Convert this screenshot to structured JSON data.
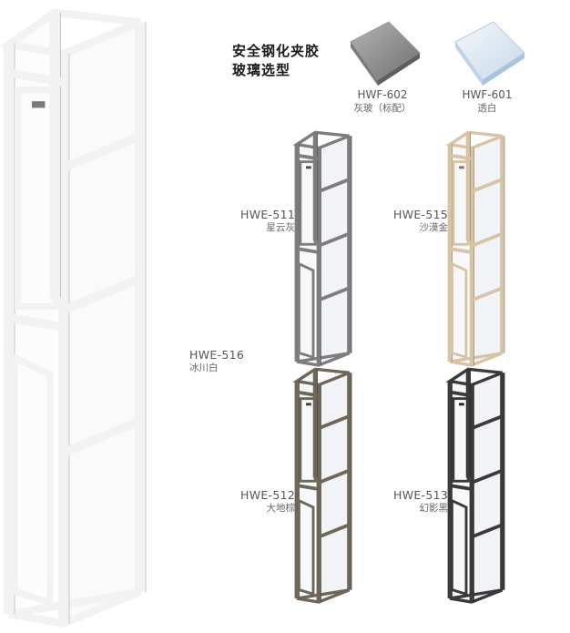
{
  "heading": {
    "line1": "安全钢化夹胶",
    "line2": "玻璃选型"
  },
  "glass_options": [
    {
      "code": "HWF-602",
      "name": "灰玻（标配）",
      "color": "#8f8f8f"
    },
    {
      "code": "HWF-601",
      "name": "透白",
      "color": "#dfe9f5"
    }
  ],
  "cabins": [
    {
      "code": "HWE-516",
      "name": "冰川白",
      "frame_color": "#f2f2f2"
    },
    {
      "code": "HWE-511",
      "name": "星云灰",
      "frame_color": "#7d7d7d"
    },
    {
      "code": "HWE-515",
      "name": "沙漠金",
      "frame_color": "#d7c3a6"
    },
    {
      "code": "HWE-512",
      "name": "大地棕",
      "frame_color": "#6e6659"
    },
    {
      "code": "HWE-513",
      "name": "幻影黑",
      "frame_color": "#3a3a3a"
    }
  ]
}
